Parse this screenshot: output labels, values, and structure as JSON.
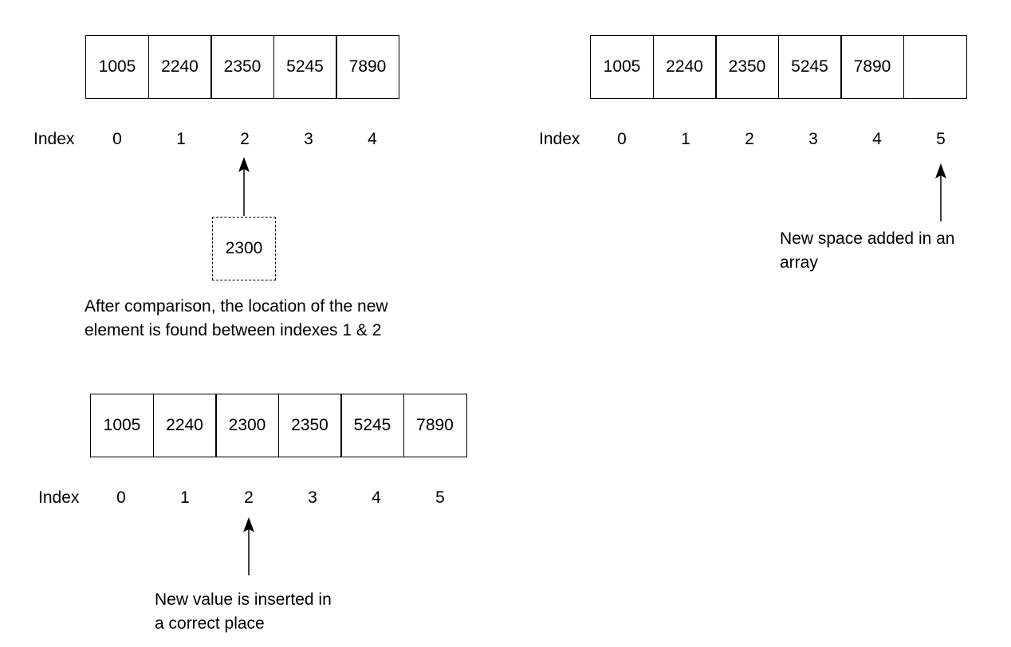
{
  "index_label": "Index",
  "panel_before": {
    "cells": [
      "1005",
      "2240",
      "2350",
      "5245",
      "7890"
    ],
    "indexes": [
      "0",
      "1",
      "2",
      "3",
      "4"
    ],
    "new_element": "2300",
    "caption": "After comparison, the location of the new\nelement is found between indexes 1 & 2"
  },
  "panel_expanded": {
    "cells": [
      "1005",
      "2240",
      "2350",
      "5245",
      "7890",
      ""
    ],
    "indexes": [
      "0",
      "1",
      "2",
      "3",
      "4",
      "5"
    ],
    "caption": "New space added in an\narray"
  },
  "panel_after": {
    "cells": [
      "1005",
      "2240",
      "2300",
      "2350",
      "5245",
      "7890"
    ],
    "indexes": [
      "0",
      "1",
      "2",
      "3",
      "4",
      "5"
    ],
    "caption": "New value is inserted in\na correct place"
  }
}
